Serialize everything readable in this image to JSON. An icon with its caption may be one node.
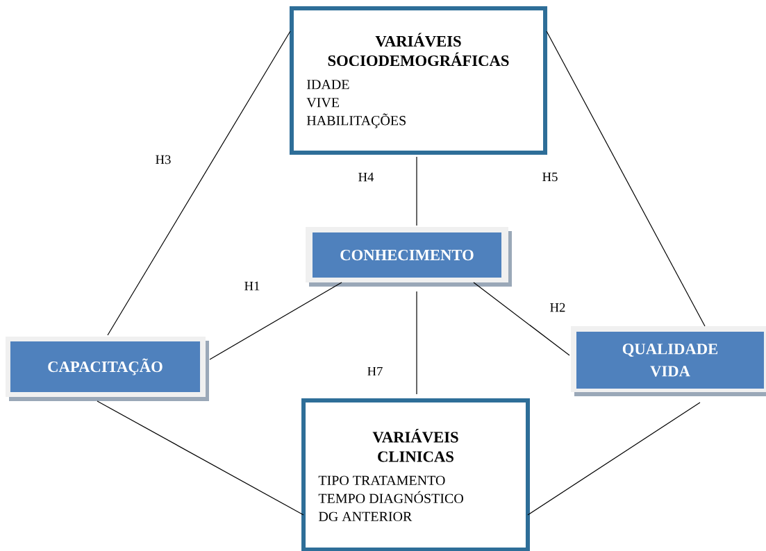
{
  "diagram": {
    "nodes": [
      {
        "text": [
          "VARIÁVEIS SOCIODEMOGRÁFICAS",
          "IDADE",
          "VIVE",
          "HABILITAÇÕES"
        ]
      },
      {
        "text": [
          "CONHECIMENTO"
        ]
      },
      {
        "text": [
          "CAPACITAÇÃO"
        ]
      },
      {
        "text": [
          "QUALIDADE VIDA"
        ]
      },
      {
        "text": [
          "VARIÁVEIS CLINICAS",
          "TIPO TRATAMENTO",
          "TEMPO DIAGNÓSTICO",
          "DG ANTERIOR"
        ]
      }
    ],
    "edges": [
      {
        "from": 2,
        "to": 0,
        "arrow": "none",
        "label": "H3"
      },
      {
        "from": 0,
        "to": 1,
        "arrow": "none",
        "label": "H4"
      },
      {
        "from": 0,
        "to": 3,
        "arrow": "none",
        "label": "H5"
      },
      {
        "from": 1,
        "to": 2,
        "arrow": "none",
        "label": "H1"
      },
      {
        "from": 1,
        "to": 3,
        "arrow": "none",
        "label": "H2"
      },
      {
        "from": 1,
        "to": 4,
        "arrow": "none",
        "label": "H7"
      },
      {
        "from": 2,
        "to": 4,
        "arrow": "none"
      },
      {
        "from": 3,
        "to": 4,
        "arrow": "none"
      }
    ]
  }
}
